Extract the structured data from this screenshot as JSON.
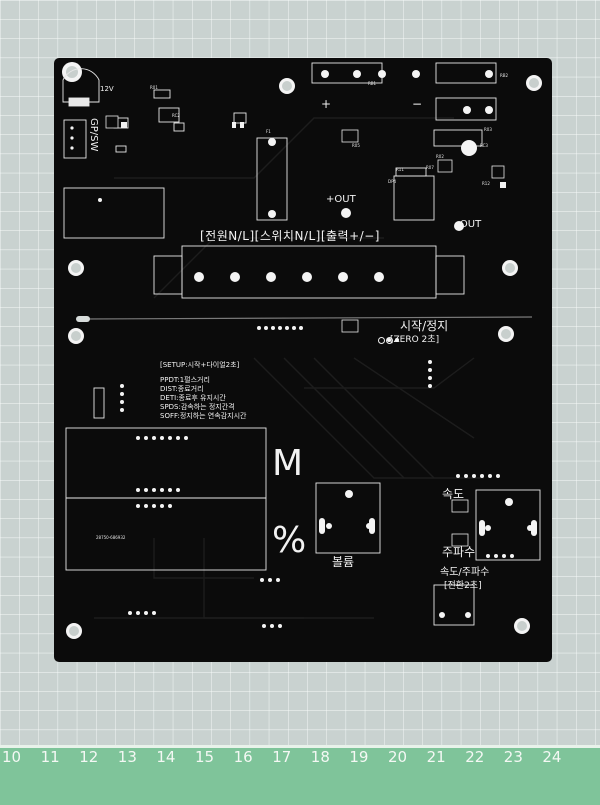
{
  "board": {
    "top": {
      "v12": "12V",
      "gp_sw": "GP/SW",
      "f1": "F1",
      "plus": "+",
      "minus": "−",
      "plus_out": "+OUT",
      "minus_out": "-OUT",
      "terminal_label": "[전원N/L][스위치N/L][출력+/−]",
      "refs": [
        "RB1",
        "RB2",
        "R01",
        "RC2",
        "R05",
        "DP4",
        "R11",
        "R02",
        "RC3",
        "R03",
        "R07",
        "R12"
      ]
    },
    "bottom": {
      "start_stop": "시작/정지",
      "zero": "[ZERO 2초]",
      "setup_title": "[SETUP:시작+다이얼2초]",
      "setup_lines": [
        "PPDT:1펄스거리",
        "DIST:종료거리",
        "DETI:종료후 유지시간",
        "SPDS:감속하는 정지간격",
        "SOFF:정지하는 연속감지시간"
      ],
      "big_m": "M",
      "big_pct": "%",
      "volume": "볼륨",
      "speed": "속도",
      "freq": "주파수",
      "speed_freq": "속도/주파수",
      "switch_2s": "[전환2초]",
      "part_no": "28750-686932"
    }
  },
  "ruler": {
    "numbers": [
      "10",
      "11",
      "12",
      "13",
      "14",
      "15",
      "16",
      "17",
      "18",
      "19",
      "20",
      "21",
      "22",
      "23",
      "24"
    ]
  }
}
